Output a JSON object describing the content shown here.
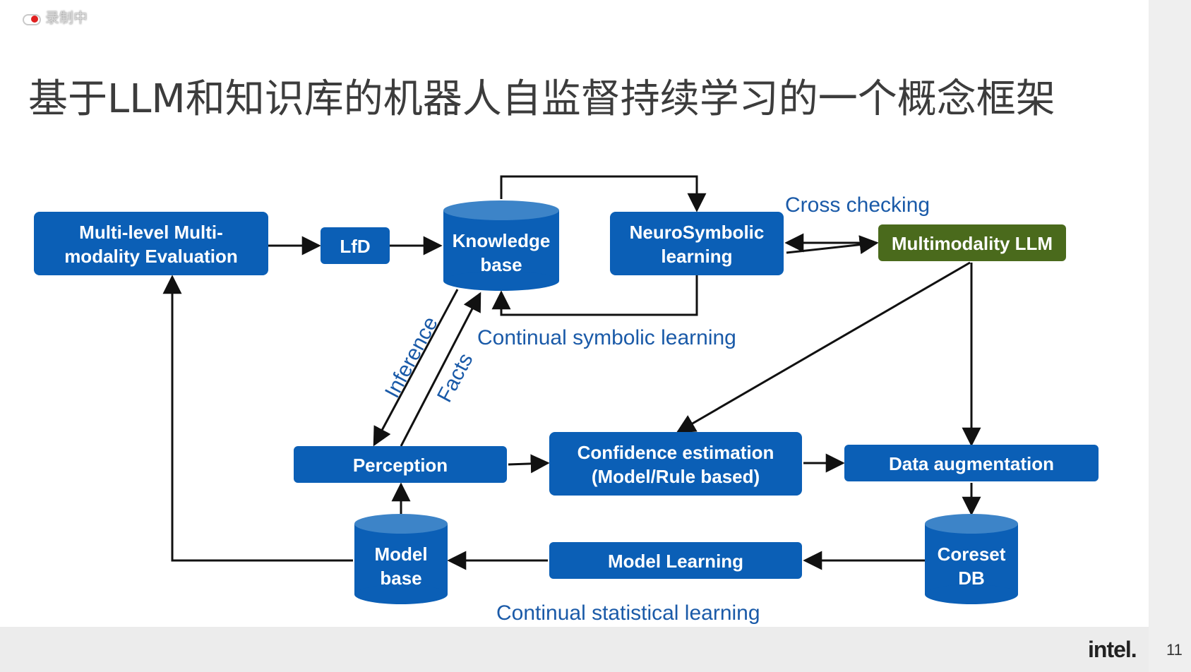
{
  "recording": {
    "label": "录制中"
  },
  "slide": {
    "title": "基于LLM和知识库的机器人自监督持续学习的一个概念框架",
    "page_number": "11",
    "logo_text": "intel."
  },
  "colors": {
    "box_blue": "#0b5fb6",
    "llm_green": "#4a6a1c",
    "label_blue": "#1a5aa8",
    "arrow": "#111111"
  },
  "nodes": {
    "evaluation": [
      "Multi-level Multi-",
      "modality Evaluation"
    ],
    "lfd": [
      "LfD"
    ],
    "knowledge_base": [
      "Knowledge",
      "base"
    ],
    "neurosymbolic": [
      "NeuroSymbolic",
      "learning"
    ],
    "llm": [
      "Multimodality LLM"
    ],
    "perception": [
      "Perception"
    ],
    "confidence": [
      "Confidence estimation",
      "(Model/Rule based)"
    ],
    "augmentation": [
      "Data augmentation"
    ],
    "model_base": [
      "Model",
      "base"
    ],
    "model_learning": [
      "Model Learning"
    ],
    "coreset": [
      "Coreset",
      "DB"
    ]
  },
  "labels": {
    "cross_checking": "Cross checking",
    "continual_symbolic": "Continual symbolic learning",
    "continual_statistical": "Continual statistical learning",
    "inference": "Inference",
    "facts": "Facts"
  }
}
